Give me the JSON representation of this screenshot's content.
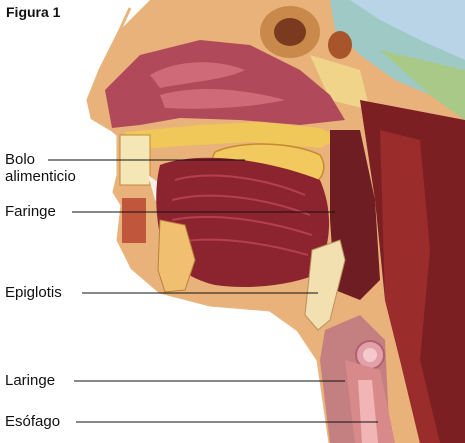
{
  "figure": {
    "title": "Figura 1"
  },
  "labels": {
    "bolo": "Bolo\nalimenticio",
    "bolo_line1": "Bolo",
    "bolo_line2": "alimenticio",
    "faringe": "Faringe",
    "epiglotis": "Epiglotis",
    "laringe": "Laringe",
    "esofago": "Esófago"
  }
}
